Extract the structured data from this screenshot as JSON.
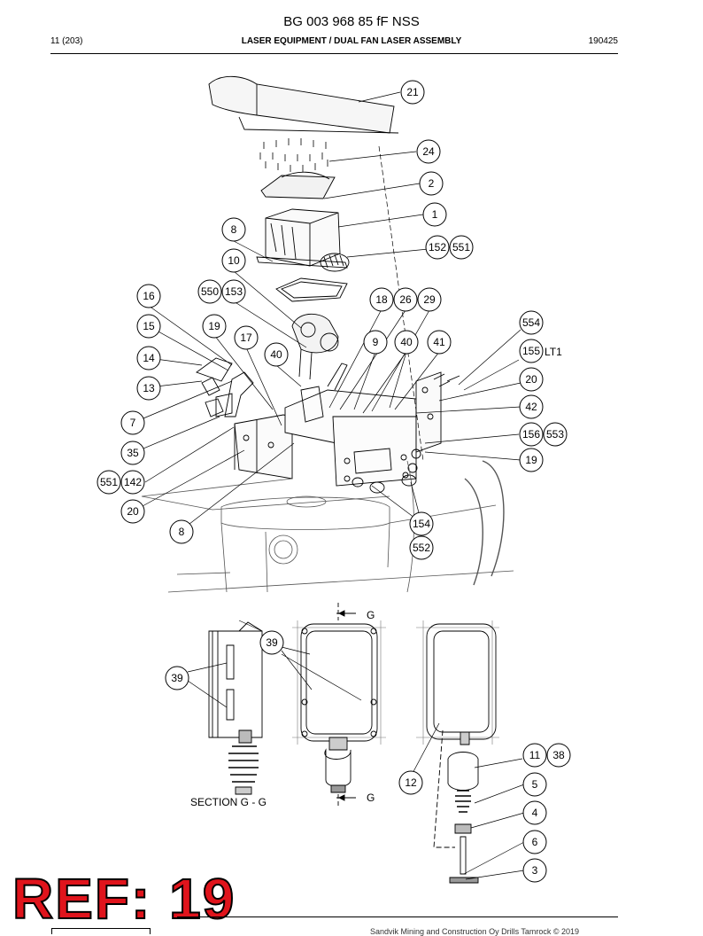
{
  "header": {
    "doc_title": "BG 003 968 85 fF NSS",
    "page": "11 (203)",
    "section": "LASER EQUIPMENT / DUAL FAN LASER ASSEMBLY",
    "date": "190425"
  },
  "labels": {
    "section_title": "SECTION  G - G",
    "section_marker_top": "G",
    "section_marker_bottom": "G",
    "lt1": "LT1"
  },
  "callouts": {
    "c21": "21",
    "c24": "24",
    "c2": "2",
    "c1": "1",
    "c8a": "8",
    "c152": "152",
    "c551a": "551",
    "c10": "10",
    "c550": "550",
    "c153": "153",
    "c16": "16",
    "c18": "18",
    "c26": "26",
    "c29": "29",
    "c554": "554",
    "c15": "15",
    "c19a": "19",
    "c17": "17",
    "c9": "9",
    "c40a": "40",
    "c41": "41",
    "c155": "155",
    "c14": "14",
    "c40b": "40",
    "c13": "13",
    "c20a": "20",
    "c42": "42",
    "c7": "7",
    "c156": "156",
    "c553": "553",
    "c35": "35",
    "c19b": "19",
    "c551b": "551",
    "c142": "142",
    "c20b": "20",
    "c154": "154",
    "c8b": "8",
    "c552": "552",
    "c39a": "39",
    "c39b": "39",
    "c11": "11",
    "c38": "38",
    "c12": "12",
    "c5": "5",
    "c4": "4",
    "c6": "6",
    "c3": "3"
  },
  "ref": {
    "text": "REF: 19"
  },
  "footer": {
    "text": "Sandvik Mining and Construction Oy Drills Tamrock © 2019"
  }
}
